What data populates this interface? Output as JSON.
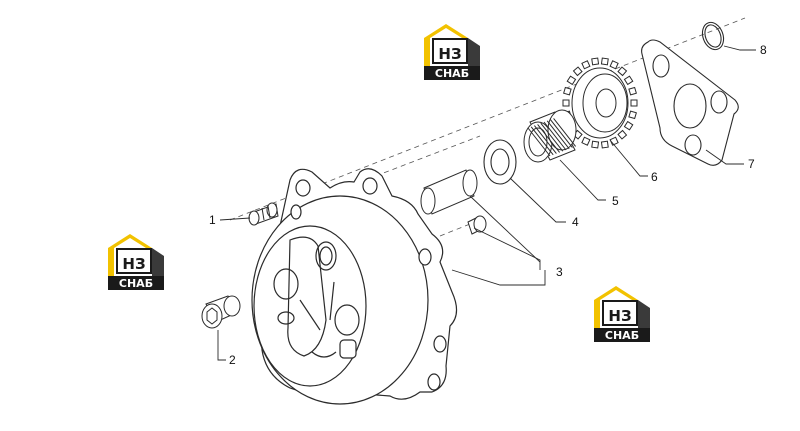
{
  "diagram": {
    "callouts": [
      {
        "id": "1",
        "label": "1"
      },
      {
        "id": "2",
        "label": "2"
      },
      {
        "id": "3",
        "label": "3"
      },
      {
        "id": "4",
        "label": "4"
      },
      {
        "id": "5",
        "label": "5"
      },
      {
        "id": "6",
        "label": "6"
      },
      {
        "id": "7",
        "label": "7"
      },
      {
        "id": "8",
        "label": "8"
      }
    ],
    "watermark": {
      "top_text": "НЗ",
      "bottom_text": "СНАБ",
      "colors": {
        "house": "#f2c200",
        "dark": "#1a1a1a",
        "light": "#ffffff"
      }
    },
    "colors": {
      "line": "#2b2b2b",
      "dash": "#555555",
      "fill": "#ffffff"
    }
  }
}
